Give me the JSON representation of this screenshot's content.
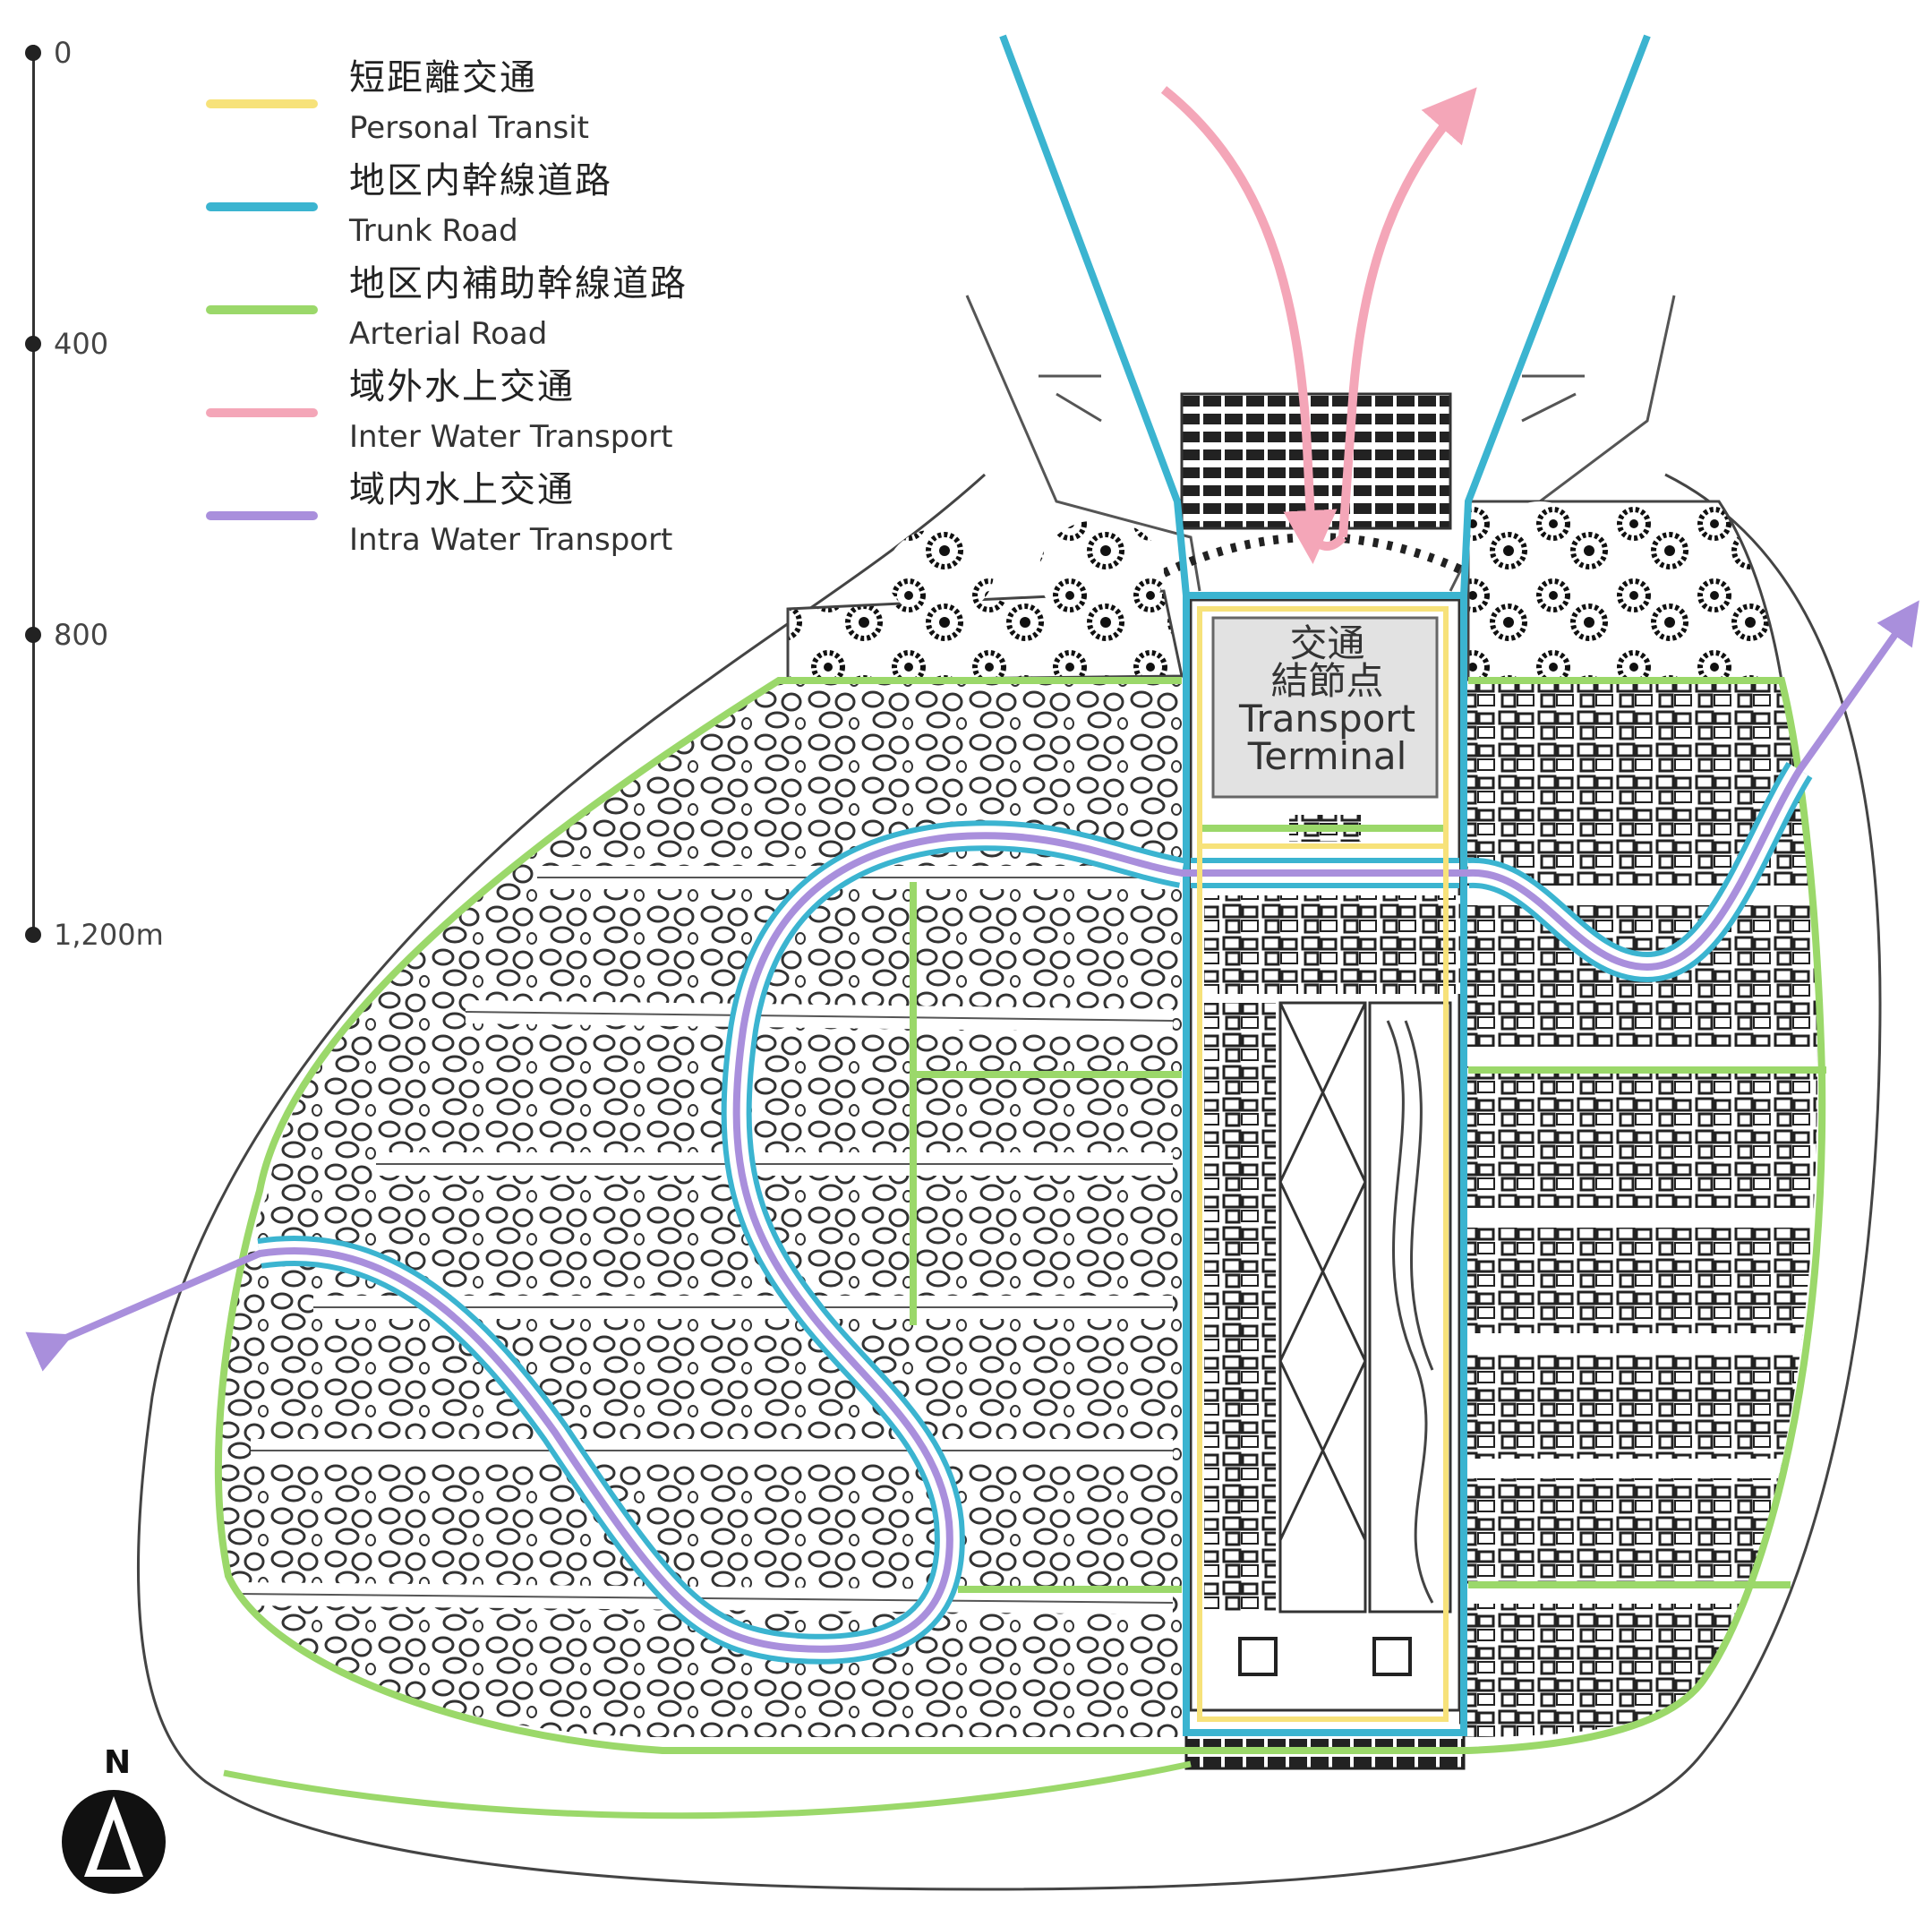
{
  "legend": [
    {
      "jp": "短距離交通",
      "en": "Personal Transit",
      "color": "#f7e27a"
    },
    {
      "jp": "地区内幹線道路",
      "en": "Trunk Road",
      "color": "#3bb4d0"
    },
    {
      "jp": "地区内補助幹線道路",
      "en": "Arterial Road",
      "color": "#9bd86a"
    },
    {
      "jp": "域外水上交通",
      "en": "Inter Water Transport",
      "color": "#f4a6b8"
    },
    {
      "jp": "域内水上交通",
      "en": "Intra Water Transport",
      "color": "#a98fdc"
    }
  ],
  "scale": [
    "0",
    "400",
    "800",
    "1,200m"
  ],
  "terminal": {
    "jp1": "交通",
    "jp2": "結節点",
    "en1": "Transport",
    "en2": "Terminal"
  },
  "north": "N",
  "icons": {
    "compass": "north-arrow-icon"
  }
}
